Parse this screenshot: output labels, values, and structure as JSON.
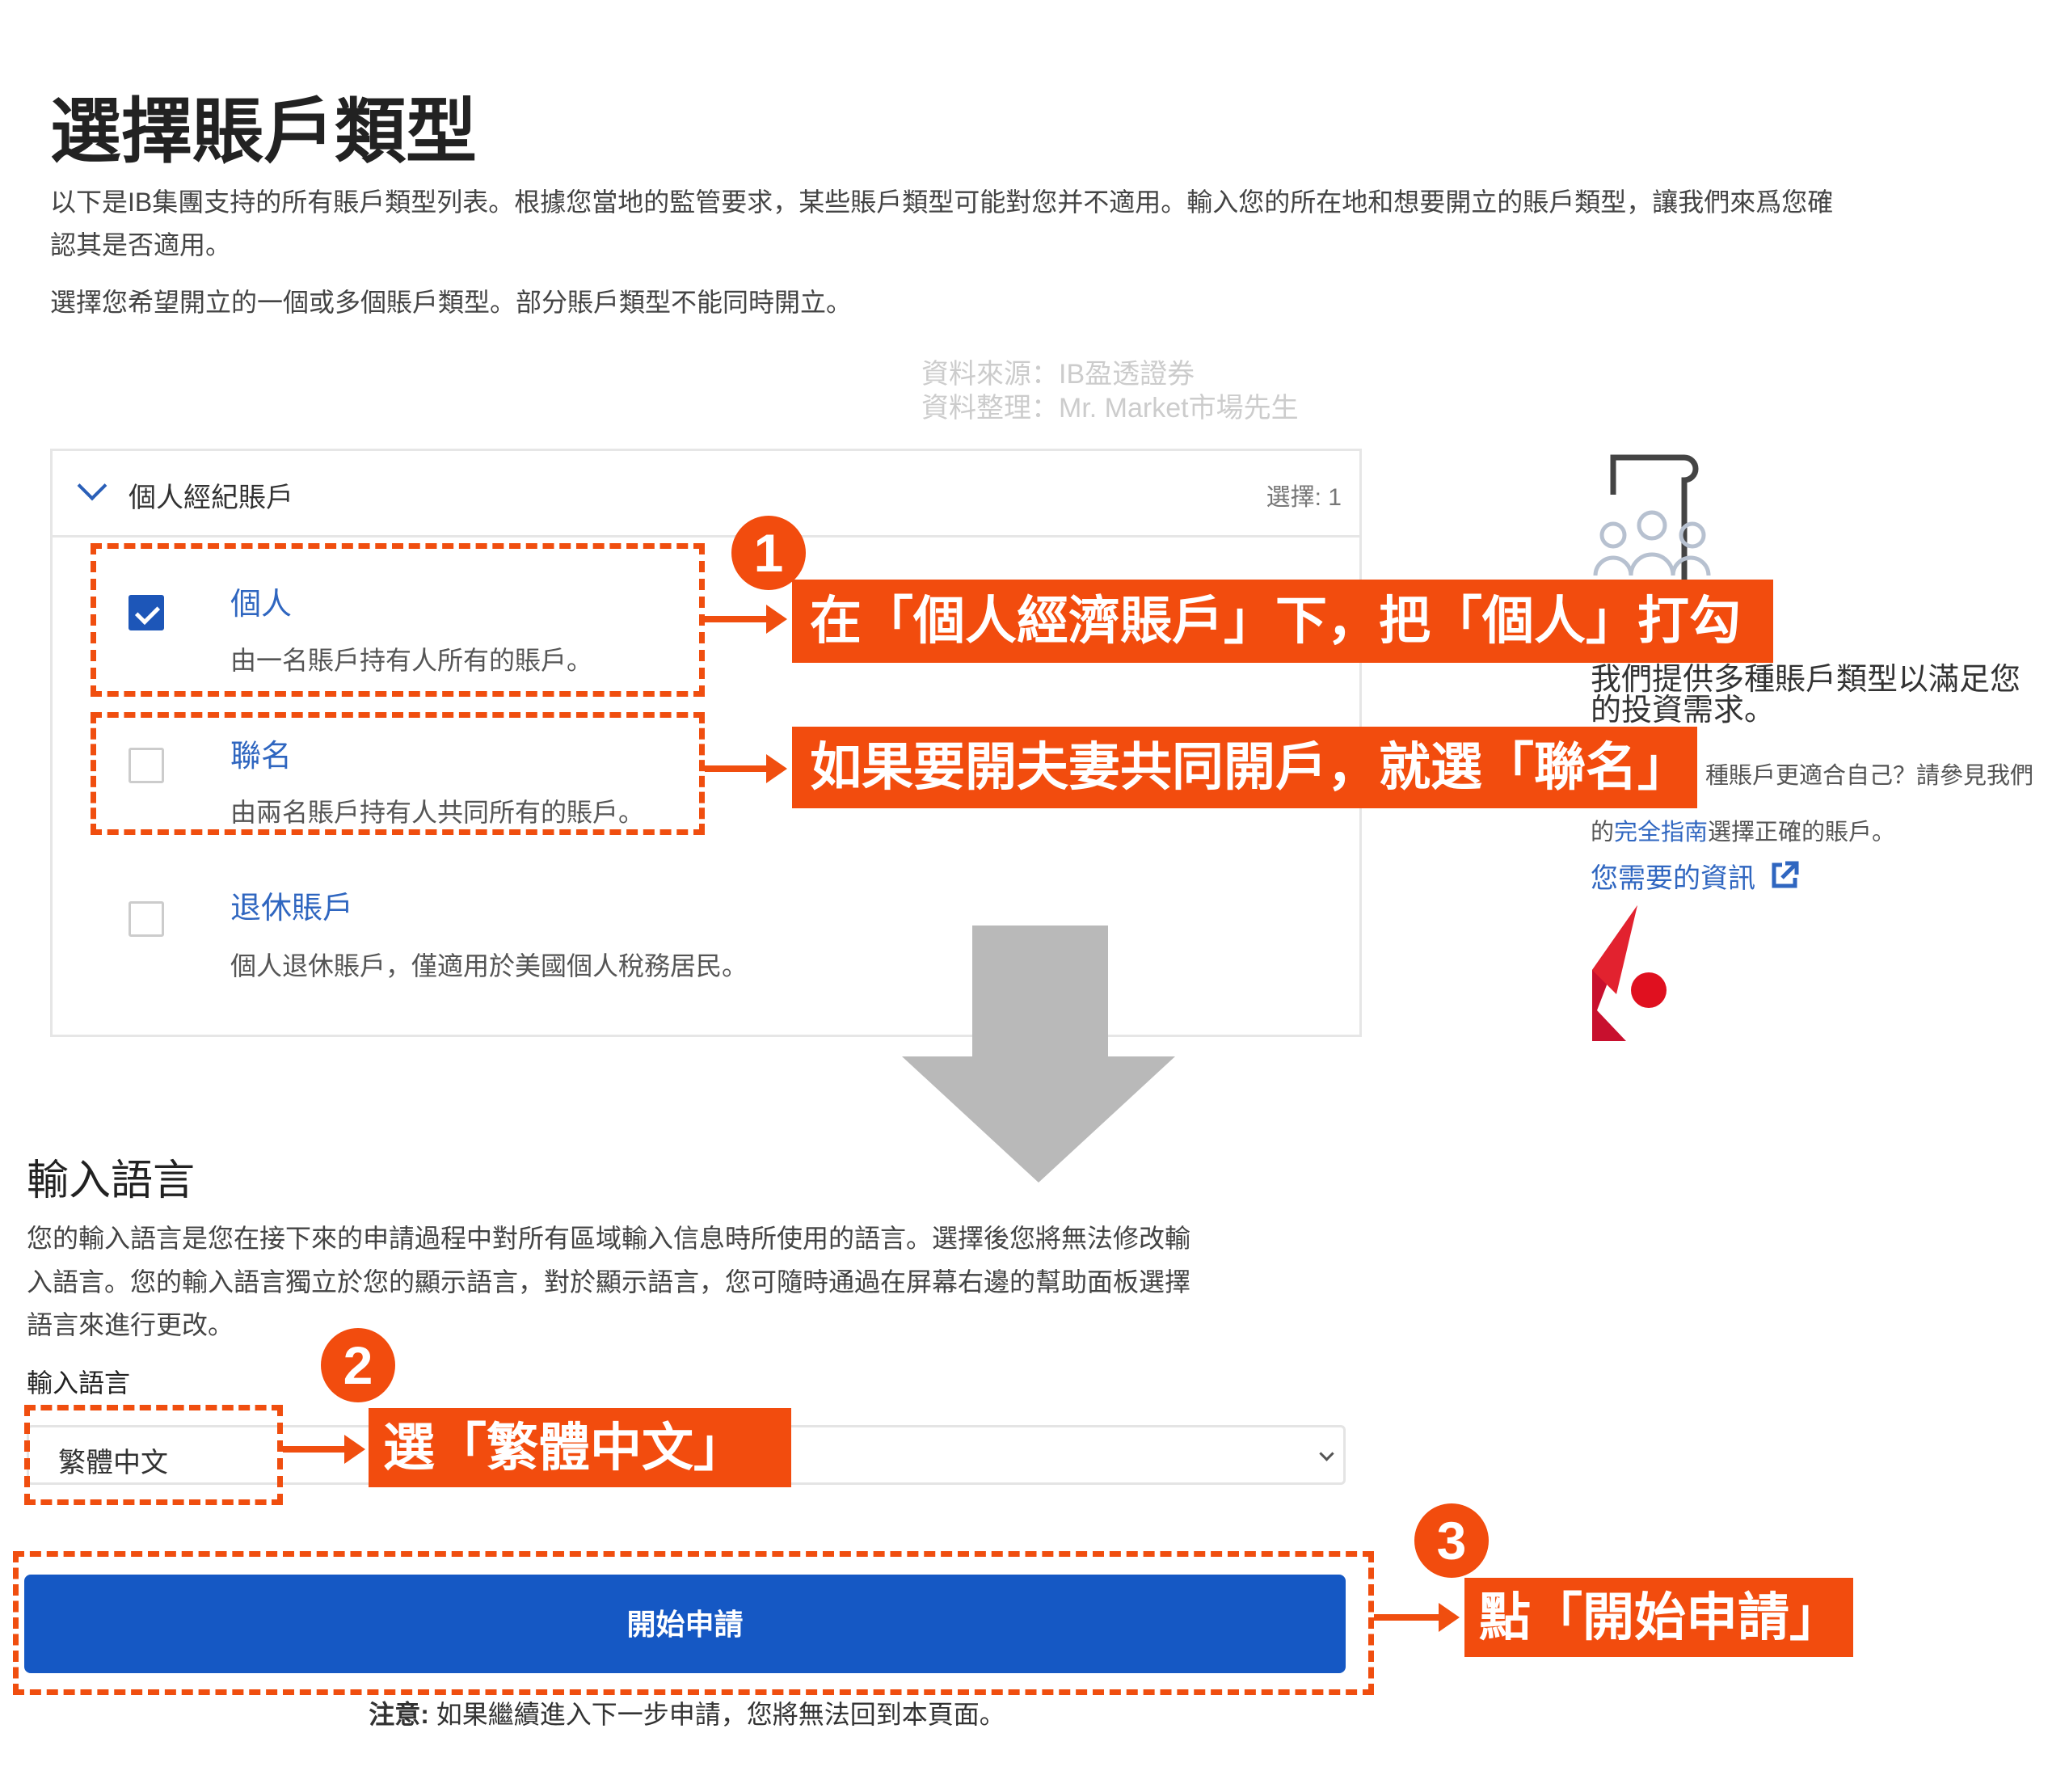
{
  "page": {
    "title": "選擇賬戶類型",
    "intro_line1": "以下是IB集團支持的所有賬戶類型列表。根據您當地的監管要求，某些賬戶類型可能對您并不適用。輸入您的所在地和想要開立的賬戶類型，讓我們來爲您確",
    "intro_line2": "認其是否適用。",
    "instruction": "選擇您希望開立的一個或多個賬戶類型。部分賬戶類型不能同時開立。"
  },
  "watermark": {
    "line1": "資料來源：IB盈透證券",
    "line2": "資料整理：Mr. Market市場先生"
  },
  "account_panel": {
    "header_label": "個人經紀賬戶",
    "selected_count": "選擇: 1",
    "items": [
      {
        "title": "個人",
        "description": "由一名賬戶持有人所有的賬戶。",
        "checked": true
      },
      {
        "title": "聯名",
        "description": "由兩名賬戶持有人共同所有的賬戶。",
        "checked": false
      },
      {
        "title": "退休賬戶",
        "description": "個人退休賬戶，僅適用於美國個人稅務居民。",
        "checked": false
      }
    ]
  },
  "sidebar": {
    "line1": "我們提供多種賬戶類型以滿足您",
    "line2": "的投資需求。",
    "small_line1": "種賬戶更適合自己？請參見我們",
    "small_line2_prefix": "的",
    "small_line2_link": "完全指南",
    "small_line2_suffix": "選擇正確的賬戶。",
    "info_link": "您需要的資訊",
    "icons": [
      "people-document-icon",
      "external-link-icon",
      "ib-logo"
    ]
  },
  "language": {
    "heading": "輸入語言",
    "desc_line1": "您的輸入語言是您在接下來的申請過程中對所有區域輸入信息時所使用的語言。選擇後您將無法修改輸",
    "desc_line2": "入語言。您的輸入語言獨立於您的顯示語言，對於顯示語言，您可隨時通過在屏幕右邊的幫助面板選擇",
    "desc_line3": "語言來進行更改。",
    "field_label": "輸入語言",
    "selected_value": "繁體中文"
  },
  "submit": {
    "label": "開始申請",
    "note_bold": "注意:",
    "note": " 如果繼續進入下一步申請，您將無法回到本頁面。"
  },
  "annotations": {
    "step1_number": "1",
    "step1_text": "在「個人經濟賬戶」下，把「個人」打勾",
    "step1b_text": "如果要開夫妻共同開戶，就選「聯名」",
    "step2_number": "2",
    "step2_text": "選「繁體中文」",
    "step3_number": "3",
    "step3_text": "點「開始申請」",
    "accent_color": "#f24c0e"
  },
  "colors": {
    "primary_button": "#1558c4",
    "link": "#2f66c0",
    "checkbox": "#1d56b8"
  }
}
